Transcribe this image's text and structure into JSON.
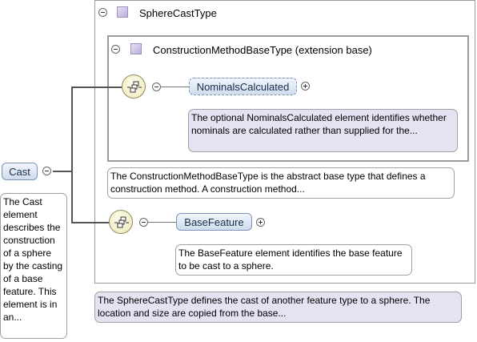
{
  "outer": {
    "title": "SphereCastType",
    "note": "The SphereCastType defines the cast of another feature type to a sphere. The location and size are copied from the base..."
  },
  "inner": {
    "title": "ConstructionMethodBaseType (extension base)",
    "note": "The ConstructionMethodBaseType is the abstract base type that defines a construction method. A construction method..."
  },
  "root": {
    "label": "Cast",
    "note": "The Cast element describes the construction of a sphere by the casting of a base feature. This element is in an..."
  },
  "nominals": {
    "label": "NominalsCalculated",
    "note": "The optional NominalsCalculated element identifies whether nominals are calculated rather than supplied for the..."
  },
  "base": {
    "label": "BaseFeature",
    "note": "The BaseFeature element identifies the base feature to be cast to a sphere."
  },
  "icons": [
    "collapse-icon",
    "type-icon",
    "sequence-icon",
    "expand-icon"
  ]
}
